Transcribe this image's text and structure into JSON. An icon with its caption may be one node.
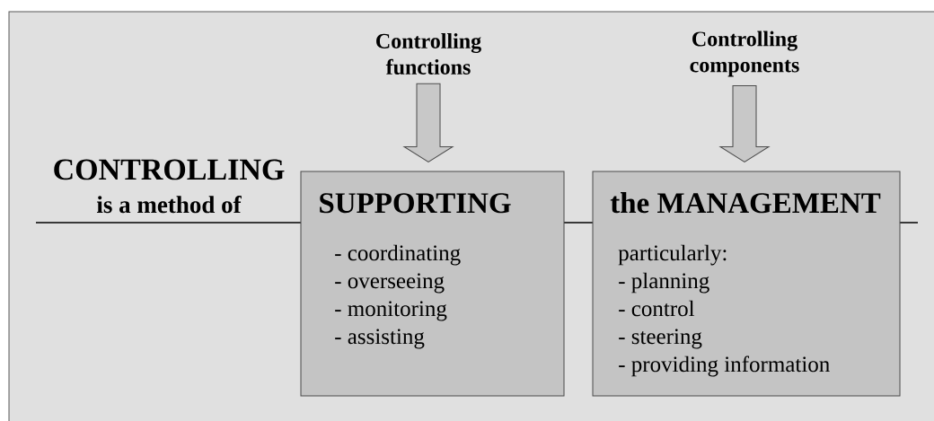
{
  "diagram": {
    "nodes": [
      {
        "text": [
          "Controlling functions"
        ]
      },
      {
        "text": [
          "Controlling components"
        ]
      },
      {
        "text": [
          "SUPPORTING",
          "- coordinating",
          "- overseeing",
          "- monitoring",
          "- assisting"
        ]
      },
      {
        "text": [
          "the MANAGEMENT",
          "particularly:",
          "- planning",
          "- control",
          "- steering",
          "- providing information"
        ]
      }
    ],
    "edges": [
      {
        "from": 0,
        "to": 2,
        "arrow": "to"
      },
      {
        "from": 1,
        "to": 3,
        "arrow": "to"
      }
    ],
    "labels": [
      "CONTROLLING",
      "is a method of"
    ]
  }
}
